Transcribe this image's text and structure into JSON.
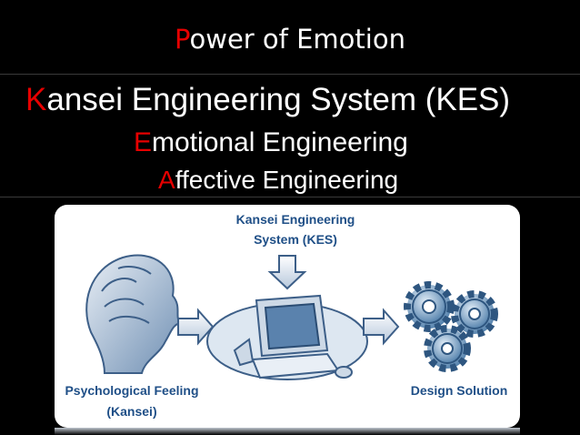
{
  "slide": {
    "title_initial": "P",
    "title_rest": "ower of Emotion",
    "line1_initial": "K",
    "line1_rest": "ansei Engineering System (KES)",
    "line2_initial": "E",
    "line2_rest": "motional Engineering",
    "line3_initial": "A",
    "line3_rest": "ffective Engineering"
  },
  "diagram": {
    "kes_label_line1": "Kansei Engineering",
    "kes_label_line2": "System (KES)",
    "left_label_line1": "Psychological Feeling",
    "left_label_line2": "(Kansei)",
    "right_label": "Design Solution"
  },
  "colors": {
    "accent_red": "#e60000",
    "diagram_blue": "#1f4f87",
    "background": "#000000"
  }
}
